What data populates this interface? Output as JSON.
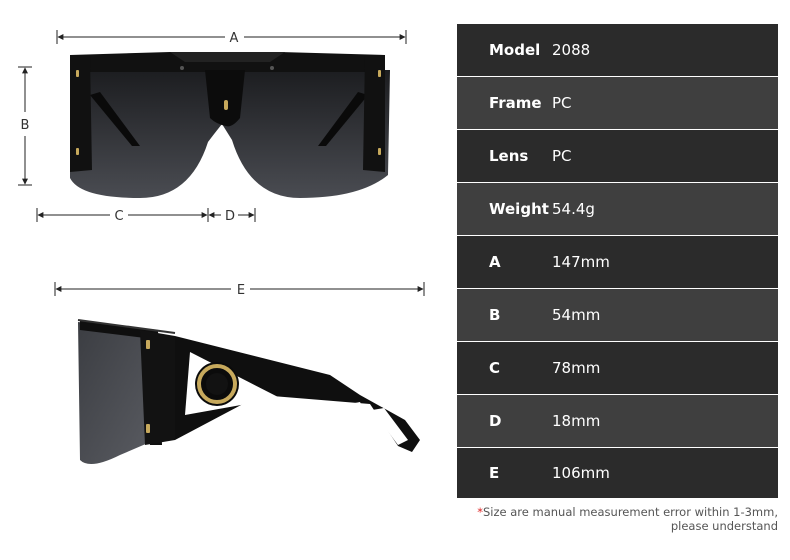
{
  "dimension_labels": {
    "a": "A",
    "b": "B",
    "c": "C",
    "d": "D",
    "e": "E"
  },
  "specs": [
    {
      "key": "Model",
      "value": "2088"
    },
    {
      "key": "Frame",
      "value": "PC"
    },
    {
      "key": "Lens",
      "value": "PC"
    },
    {
      "key": "Weight",
      "value": "54.4g"
    },
    {
      "key": "A",
      "value": "147mm"
    },
    {
      "key": "B",
      "value": "54mm"
    },
    {
      "key": "C",
      "value": "78mm"
    },
    {
      "key": "D",
      "value": "18mm"
    },
    {
      "key": "E",
      "value": "106mm"
    }
  ],
  "note": {
    "star": "*",
    "line1": "Size are manual measurement error within 1-3mm,",
    "line2": "please understand"
  },
  "colors": {
    "row_dark": "#2b2b2b",
    "row_light": "#3f3f3f",
    "frame": "#111111",
    "lens": "#2d2f33",
    "gold": "#c7a95c"
  }
}
